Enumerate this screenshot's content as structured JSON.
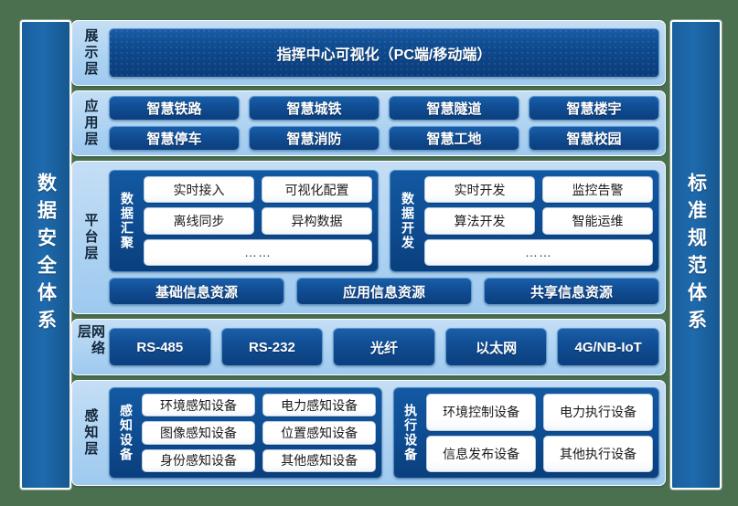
{
  "colors": {
    "background": "#4a7050",
    "pillar": "#1a5f9e",
    "band": "#aed3f2",
    "dark_button": "#0f4b90",
    "white_button": "#ffffff",
    "group_box": "#0e4d93"
  },
  "pillars": {
    "left": "数据安全体系",
    "right": "标准规范体系"
  },
  "layers": {
    "display": {
      "label": "展示层",
      "box": "指挥中心可视化（PC端/移动端）"
    },
    "application": {
      "label": "应用层",
      "row1": [
        "智慧铁路",
        "智慧城铁",
        "智慧隧道",
        "智慧楼宇"
      ],
      "row2": [
        "智慧停车",
        "智慧消防",
        "智慧工地",
        "智慧校园"
      ]
    },
    "platform": {
      "label": "平台层",
      "groups": [
        {
          "label": "数据汇聚",
          "row1": [
            "实时接入",
            "可视化配置"
          ],
          "row2": [
            "离线同步",
            "异构数据"
          ],
          "row3": "……"
        },
        {
          "label": "数据开发",
          "row1": [
            "实时开发",
            "监控告警"
          ],
          "row2": [
            "算法开发",
            "智能运维"
          ],
          "row3": "……"
        }
      ],
      "resources": [
        "基础信息资源",
        "应用信息资源",
        "共享信息资源"
      ]
    },
    "network": {
      "label": "网络层",
      "items": [
        "RS-485",
        "RS-232",
        "光纤",
        "以太网",
        "4G/NB-IoT"
      ]
    },
    "sensing": {
      "label": "感知层",
      "groups": [
        {
          "label": "感知设备",
          "row1": [
            "环境感知设备",
            "电力感知设备"
          ],
          "row2": [
            "图像感知设备",
            "位置感知设备"
          ],
          "row3": [
            "身份感知设备",
            "其他感知设备"
          ]
        },
        {
          "label": "执行设备",
          "row1": [
            "环境控制设备",
            "电力执行设备"
          ],
          "row2": [
            "信息发布设备",
            "其他执行设备"
          ]
        }
      ]
    }
  }
}
